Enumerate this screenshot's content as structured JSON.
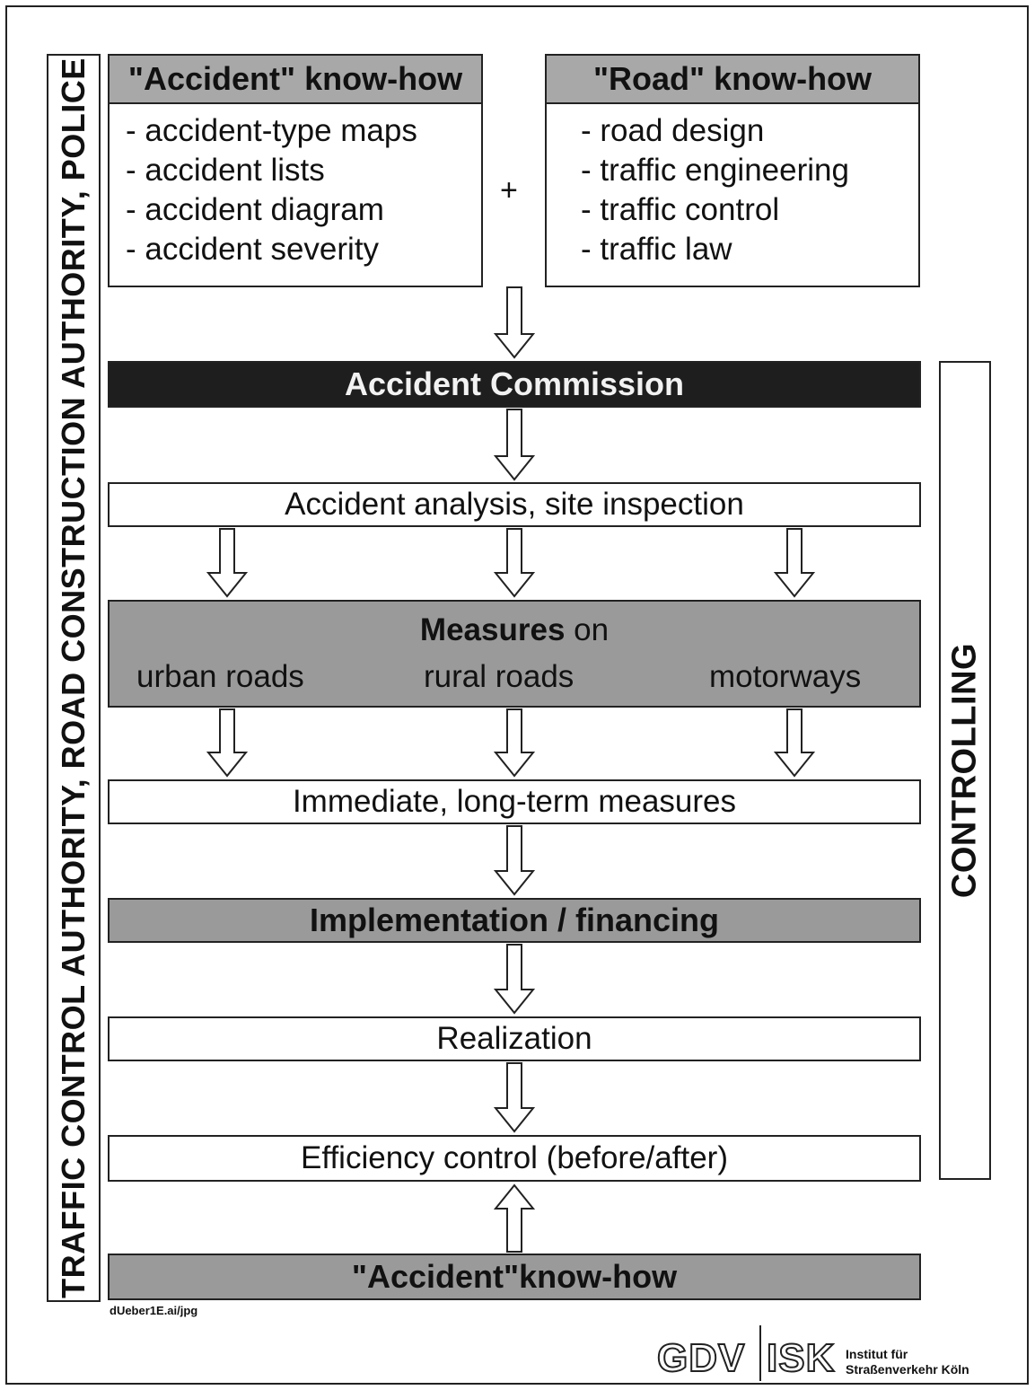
{
  "left_label": "TRAFFIC CONTROL AUTHORITY,  ROAD CONSTRUCTION AUTHORITY, POLICE",
  "right_label": "CONTROLLING",
  "accident_knowhow": {
    "title": "\"Accident\" know-how",
    "items": [
      "- accident-type maps",
      "- accident lists",
      "- accident diagram",
      "- accident severity"
    ]
  },
  "plus": "+",
  "road_knowhow": {
    "title": "\"Road\" know-how",
    "items": [
      "- road design",
      "- traffic engineering",
      "- traffic control",
      "- traffic law"
    ]
  },
  "commission": "Accident Commission",
  "analysis": "Accident analysis, site inspection",
  "measures": {
    "bold": "Measures",
    "rest": " on",
    "urban": "urban roads",
    "rural": "rural roads",
    "motorways": "motorways"
  },
  "immediate": "Immediate, long-term measures",
  "implementation": "Implementation / financing",
  "realization": "Realization",
  "efficiency": "Efficiency control (before/after)",
  "bottom_knowhow": "\"Accident\"know-how",
  "file_code": "dUeber1E.ai/jpg",
  "logo": {
    "gdv": "GDV",
    "isk": "ISK",
    "line1": "Institut für",
    "line2": "Straßenverkehr Köln"
  },
  "colors": {
    "dark_bar": "#1e1e1e",
    "gray_bar": "#9a9a9a",
    "header_gray": "#a8a8a8"
  }
}
